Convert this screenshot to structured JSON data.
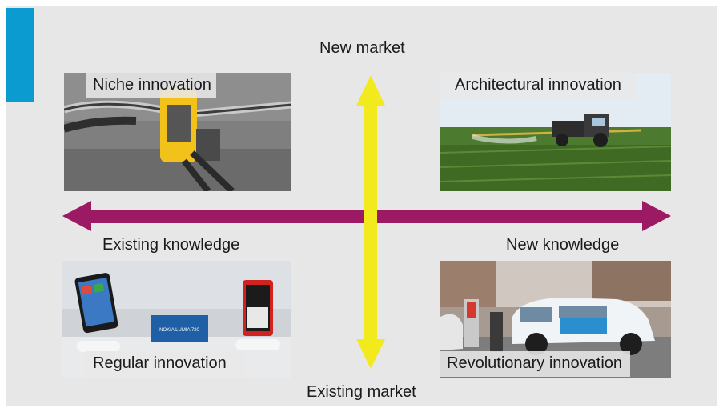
{
  "axes": {
    "top_label": "New market",
    "bottom_label": "Existing market",
    "left_label": "Existing knowledge",
    "right_label": "New knowledge"
  },
  "quadrants": {
    "top_left": {
      "caption": "Niche innovation",
      "photo": "bicycle-handlebar-gps"
    },
    "top_right": {
      "caption": "Architectural innovation",
      "photo": "tractor-field-sprayer"
    },
    "bottom_left": {
      "caption": "Regular innovation",
      "photo": "nokia-lumia-phones",
      "sign_text": "NOKIA LUMIA 720"
    },
    "bottom_right": {
      "caption": "Revolutionary innovation",
      "photo": "electric-car-charging"
    }
  },
  "colors": {
    "accent": "#0b9bd0",
    "horizontal_arrow": "#9c1a63",
    "vertical_arrow": "#f2ea1c",
    "background": "#e7e7e7"
  }
}
